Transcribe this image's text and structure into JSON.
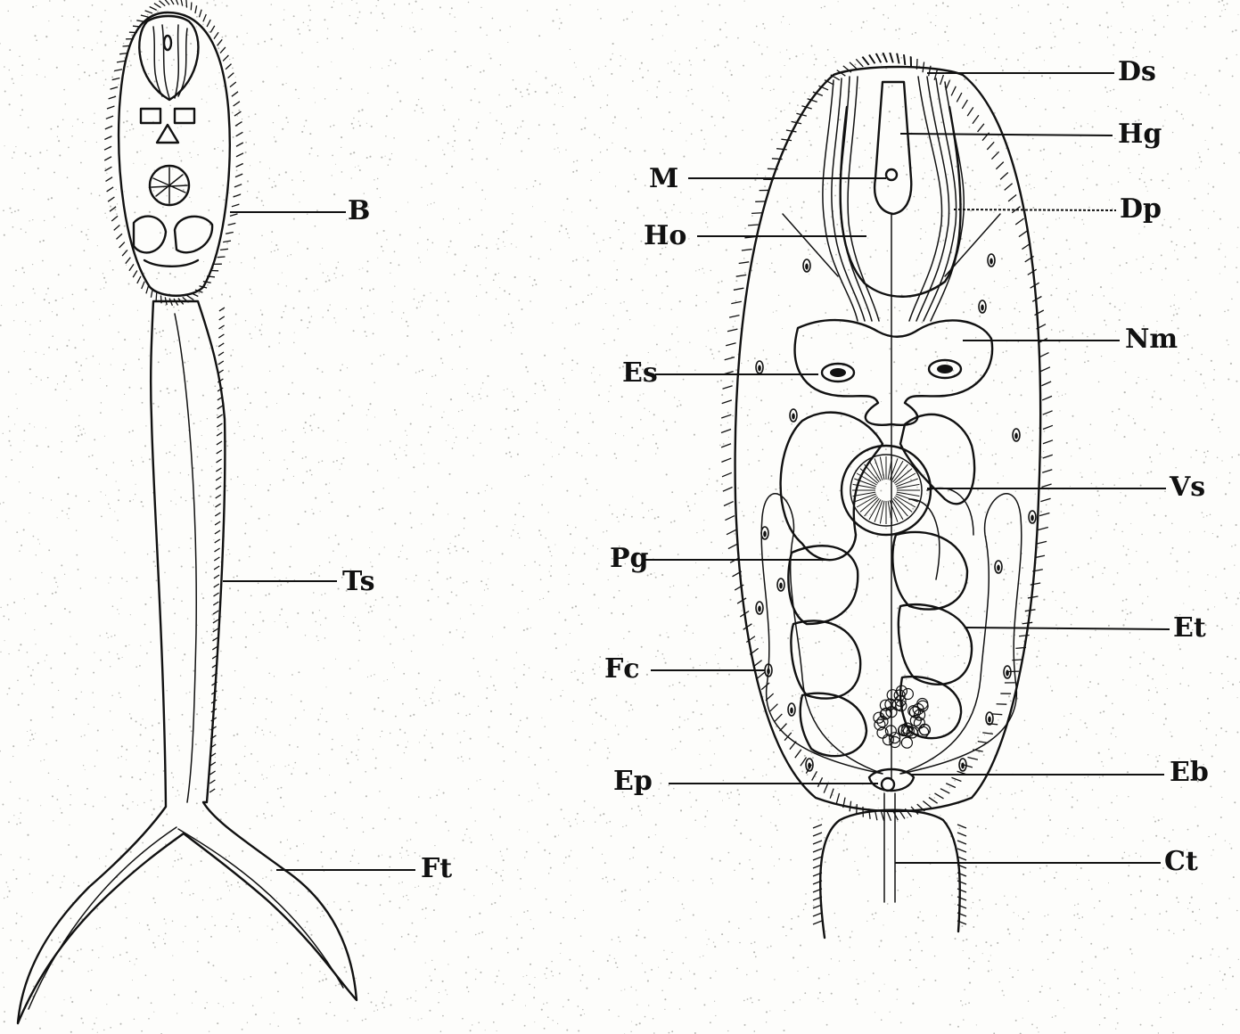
{
  "colors": {
    "ink": "#111111",
    "paper": "#fdfdfb",
    "stipple": "#b8b8b4"
  },
  "figures": [
    {
      "name": "whole-cercaria",
      "labels": [
        {
          "key": "B",
          "text": "B"
        },
        {
          "key": "Ts",
          "text": "Ts"
        },
        {
          "key": "Ft",
          "text": "Ft"
        }
      ]
    },
    {
      "name": "cercaria-body-detail",
      "labels": [
        {
          "key": "Ds",
          "text": "Ds"
        },
        {
          "key": "Hg",
          "text": "Hg"
        },
        {
          "key": "M",
          "text": "M"
        },
        {
          "key": "Dp",
          "text": "Dp"
        },
        {
          "key": "Ho",
          "text": "Ho"
        },
        {
          "key": "Nm",
          "text": "Nm"
        },
        {
          "key": "Es",
          "text": "Es"
        },
        {
          "key": "Vs",
          "text": "Vs"
        },
        {
          "key": "Pg",
          "text": "Pg"
        },
        {
          "key": "Et",
          "text": "Et"
        },
        {
          "key": "Fc",
          "text": "Fc"
        },
        {
          "key": "Ep",
          "text": "Ep"
        },
        {
          "key": "Eb",
          "text": "Eb"
        },
        {
          "key": "Ct",
          "text": "Ct"
        }
      ]
    }
  ]
}
